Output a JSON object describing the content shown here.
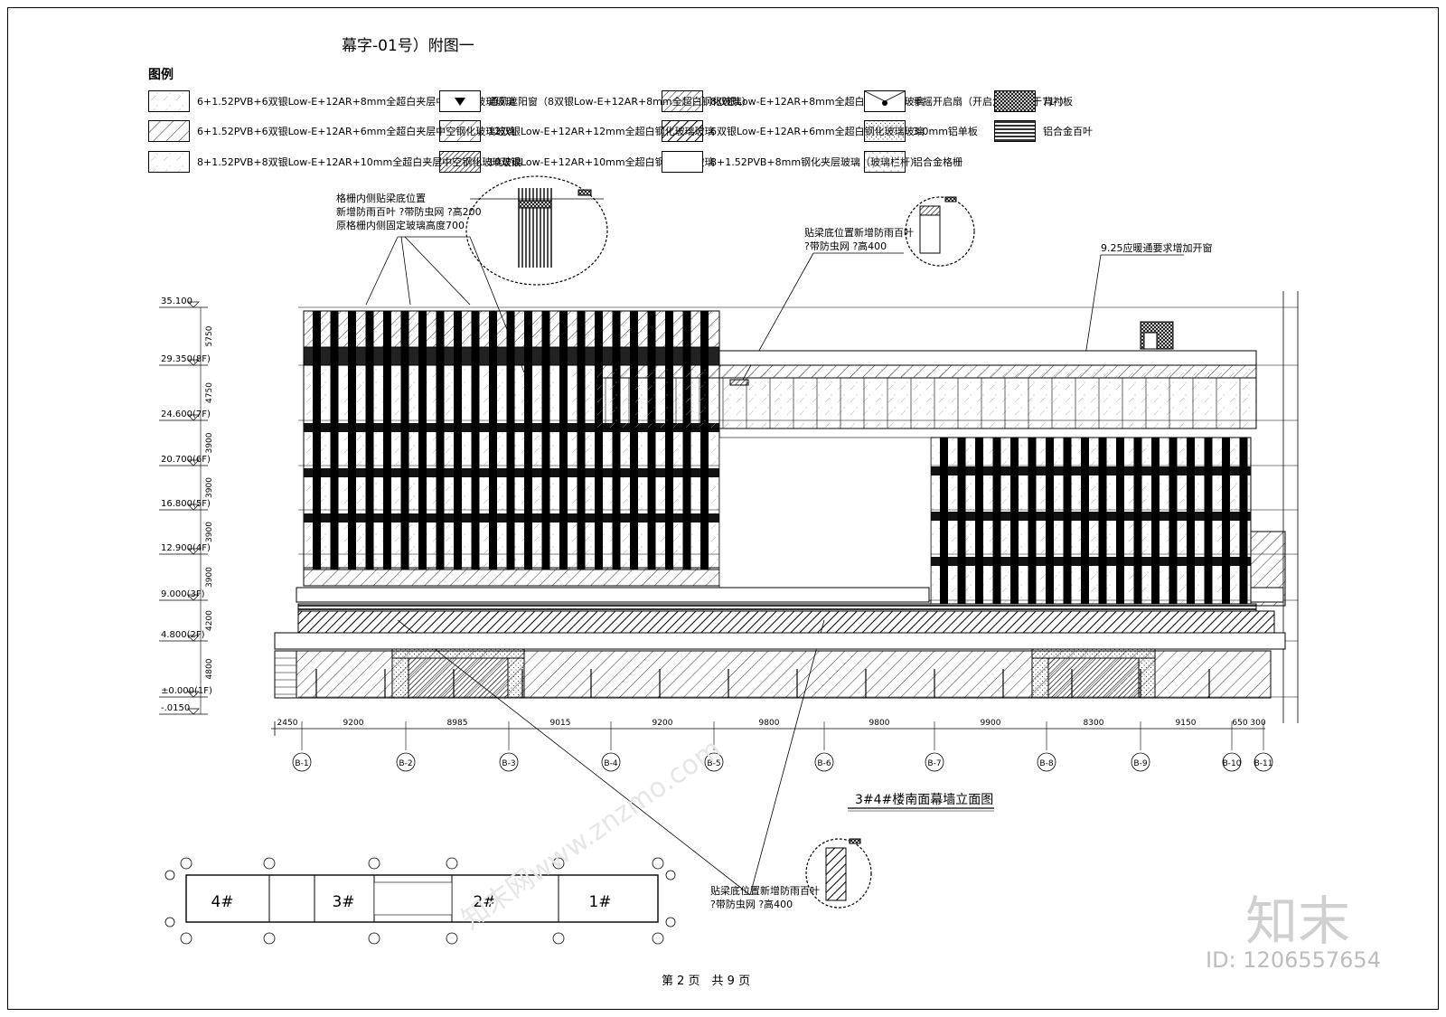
{
  "header": {
    "title": "幕字-01号）附图一",
    "legend_title": "图例"
  },
  "legend": [
    {
      "pattern": "dots-light",
      "label": "6+1.52PVB+6双银Low-E+12AR+8mm全超白夹层中空钢化玻璃玻璃"
    },
    {
      "pattern": "triangle",
      "label": "通风遮阳窗（8双银Low-E+12AR+8mm全超白钢化玻璃）"
    },
    {
      "pattern": "hatch-light",
      "label": "8双银Low-E+12AR+8mm全超白钢化玻璃玻璃"
    },
    {
      "pattern": "circle-dot",
      "label": "手摇开启扇（开启角度不小于71°）"
    },
    {
      "pattern": "cross-dense",
      "label": "背衬板"
    },
    {
      "pattern": "hatch-dots",
      "label": "6+1.52PVB+6双银Low-E+12AR+6mm全超白夹层中空钢化玻璃玻璃"
    },
    {
      "pattern": "hatch-sparse",
      "label": "12双银Low-E+12AR+12mm全超白钢化玻璃玻璃"
    },
    {
      "pattern": "hatch-bold",
      "label": "6双银Low-E+12AR+6mm全超白钢化玻璃玻璃"
    },
    {
      "pattern": "stipple",
      "label": "3.0mm铝单板"
    },
    {
      "pattern": "louver",
      "label": "铝合金百叶"
    },
    {
      "pattern": "dots-light",
      "label": "8+1.52PVB+8双银Low-E+12AR+10mm全超白夹层中空钢化玻璃玻璃"
    },
    {
      "pattern": "hatch-dense",
      "label": "10双银Low-E+12AR+10mm全超白钢化玻璃玻璃"
    },
    {
      "pattern": "blank",
      "label": "8+1.52PVB+8mm钢化夹层玻璃（玻璃栏杆）"
    },
    {
      "pattern": "stipple-fine",
      "label": "铝合金格栅"
    }
  ],
  "annotations": {
    "grille_note": [
      "格栅内侧贴梁底位置",
      "新增防雨百叶 ?带防虫网 ?高200",
      "原格栅内侧固定玻璃高度700"
    ],
    "top_note": [
      "贴梁底位置新增防雨百叶",
      "?带防虫网 ?高400"
    ],
    "right_note": "9.25应暖通要求增加开窗",
    "bottom_note": [
      "贴梁底位置新增防雨百叶",
      "?带防虫网 ?高400"
    ]
  },
  "levels": [
    {
      "label": "35.100",
      "height": "5750"
    },
    {
      "label": "29.350(8F)",
      "height": "4750"
    },
    {
      "label": "24.600(7F)",
      "height": "3900"
    },
    {
      "label": "20.700(6F)",
      "height": "3900"
    },
    {
      "label": "16.800(5F)",
      "height": "3900"
    },
    {
      "label": "12.900(4F)",
      "height": "3900"
    },
    {
      "label": "9.000(3F)",
      "height": "4200"
    },
    {
      "label": "4.800(2F)",
      "height": "4800"
    },
    {
      "label": "±0.000(1F)",
      "height": ""
    },
    {
      "label": "-.0150",
      "height": ""
    }
  ],
  "grid_spacings": [
    "2450",
    "9200",
    "8985",
    "9015",
    "9200",
    "9800",
    "9800",
    "9900",
    "8300",
    "9150",
    "650",
    "300"
  ],
  "grid_axes": [
    "B-1",
    "B-2",
    "B-3",
    "B-4",
    "B-5",
    "B-6",
    "B-7",
    "B-8",
    "B-9",
    "B-10",
    "B-11"
  ],
  "elevation_title": "3#4#楼南面幕墙立面图",
  "keyplan": {
    "blocks": [
      "4#",
      "3#",
      "2#",
      "1#"
    ]
  },
  "footer": {
    "page": "第 2 页　共 9 页"
  },
  "watermark": {
    "brand": "知末",
    "id": "ID: 1206557654",
    "site": "知末网www.znzmo.com"
  }
}
